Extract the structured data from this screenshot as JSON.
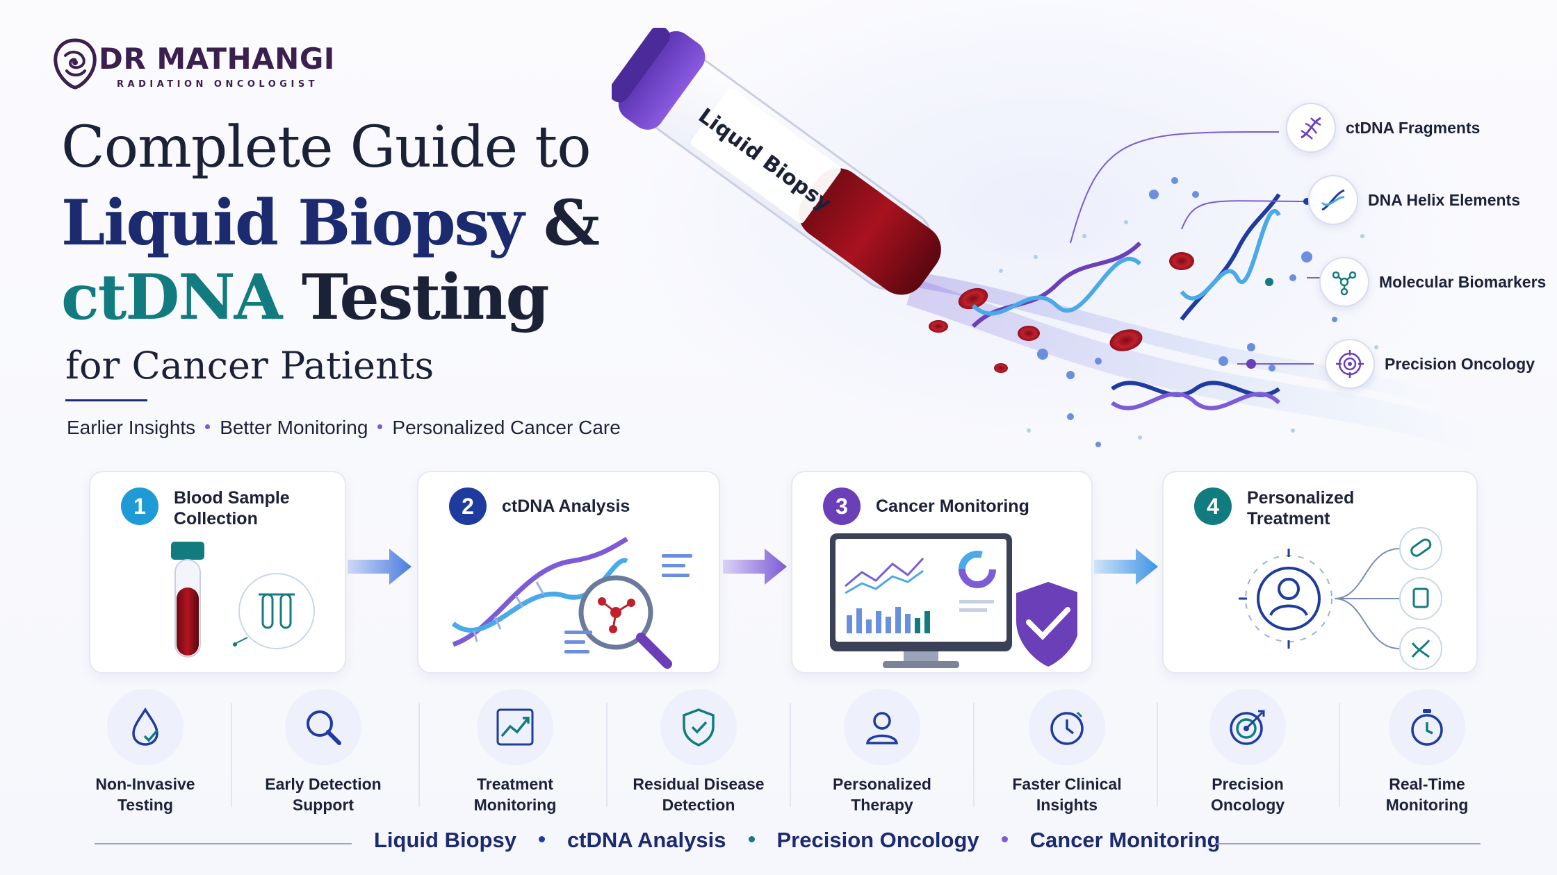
{
  "brand": {
    "name": "DR MATHANGI",
    "subtitle": "RADIATION ONCOLOGIST"
  },
  "title": {
    "line1": "Complete Guide to",
    "line2": "Liquid Biopsy",
    "line2_amp": "&",
    "line3_highlight": "ctDNA",
    "line3_rest": "Testing",
    "line4": "for Cancer Patients"
  },
  "tagline": [
    "Earlier Insights",
    "Better Monitoring",
    "Personalized Cancer Care"
  ],
  "hero": {
    "tube_label": "Liquid Biopsy",
    "callouts": [
      {
        "label": "ctDNA Fragments",
        "icon": "dna-icon"
      },
      {
        "label": "DNA Helix Elements",
        "icon": "dna-helix-icon"
      },
      {
        "label": "Molecular Biomarkers",
        "icon": "molecule-icon"
      },
      {
        "label": "Precision Oncology",
        "icon": "target-icon"
      }
    ]
  },
  "steps": [
    {
      "number": "1",
      "title_line1": "Blood Sample",
      "title_line2": "Collection",
      "color": "#1e9bd7"
    },
    {
      "number": "2",
      "title_line1": "ctDNA Analysis",
      "title_line2": "",
      "color": "#1f3b9e"
    },
    {
      "number": "3",
      "title_line1": "Cancer Monitoring",
      "title_line2": "",
      "color": "#6a3fb8"
    },
    {
      "number": "4",
      "title_line1": "Personalized",
      "title_line2": "Treatment",
      "color": "#127b80"
    }
  ],
  "features": [
    {
      "line1": "Non-Invasive",
      "line2": "Testing",
      "icon": "droplet-check-icon"
    },
    {
      "line1": "Early Detection",
      "line2": "Support",
      "icon": "magnifier-icon"
    },
    {
      "line1": "Treatment",
      "line2": "Monitoring",
      "icon": "trend-chart-icon"
    },
    {
      "line1": "Residual Disease",
      "line2": "Detection",
      "icon": "shield-check-icon"
    },
    {
      "line1": "Personalized",
      "line2": "Therapy",
      "icon": "person-icon"
    },
    {
      "line1": "Faster Clinical",
      "line2": "Insights",
      "icon": "clock-icon"
    },
    {
      "line1": "Precision",
      "line2": "Oncology",
      "icon": "target-arrow-icon"
    },
    {
      "line1": "Real-Time",
      "line2": "Monitoring",
      "icon": "stopwatch-icon"
    }
  ],
  "footer": {
    "items": [
      "Liquid Biopsy",
      "ctDNA Analysis",
      "Precision Oncology",
      "Cancer Monitoring"
    ],
    "dot_colors": [
      "#1f3b9e",
      "#127b80",
      "#7b5bd6"
    ]
  },
  "colors": {
    "navy": "#1c2a70",
    "teal": "#127b80",
    "purple": "#6a3fb8",
    "blood": "#8e0f1c",
    "brand": "#3b1f4f"
  }
}
